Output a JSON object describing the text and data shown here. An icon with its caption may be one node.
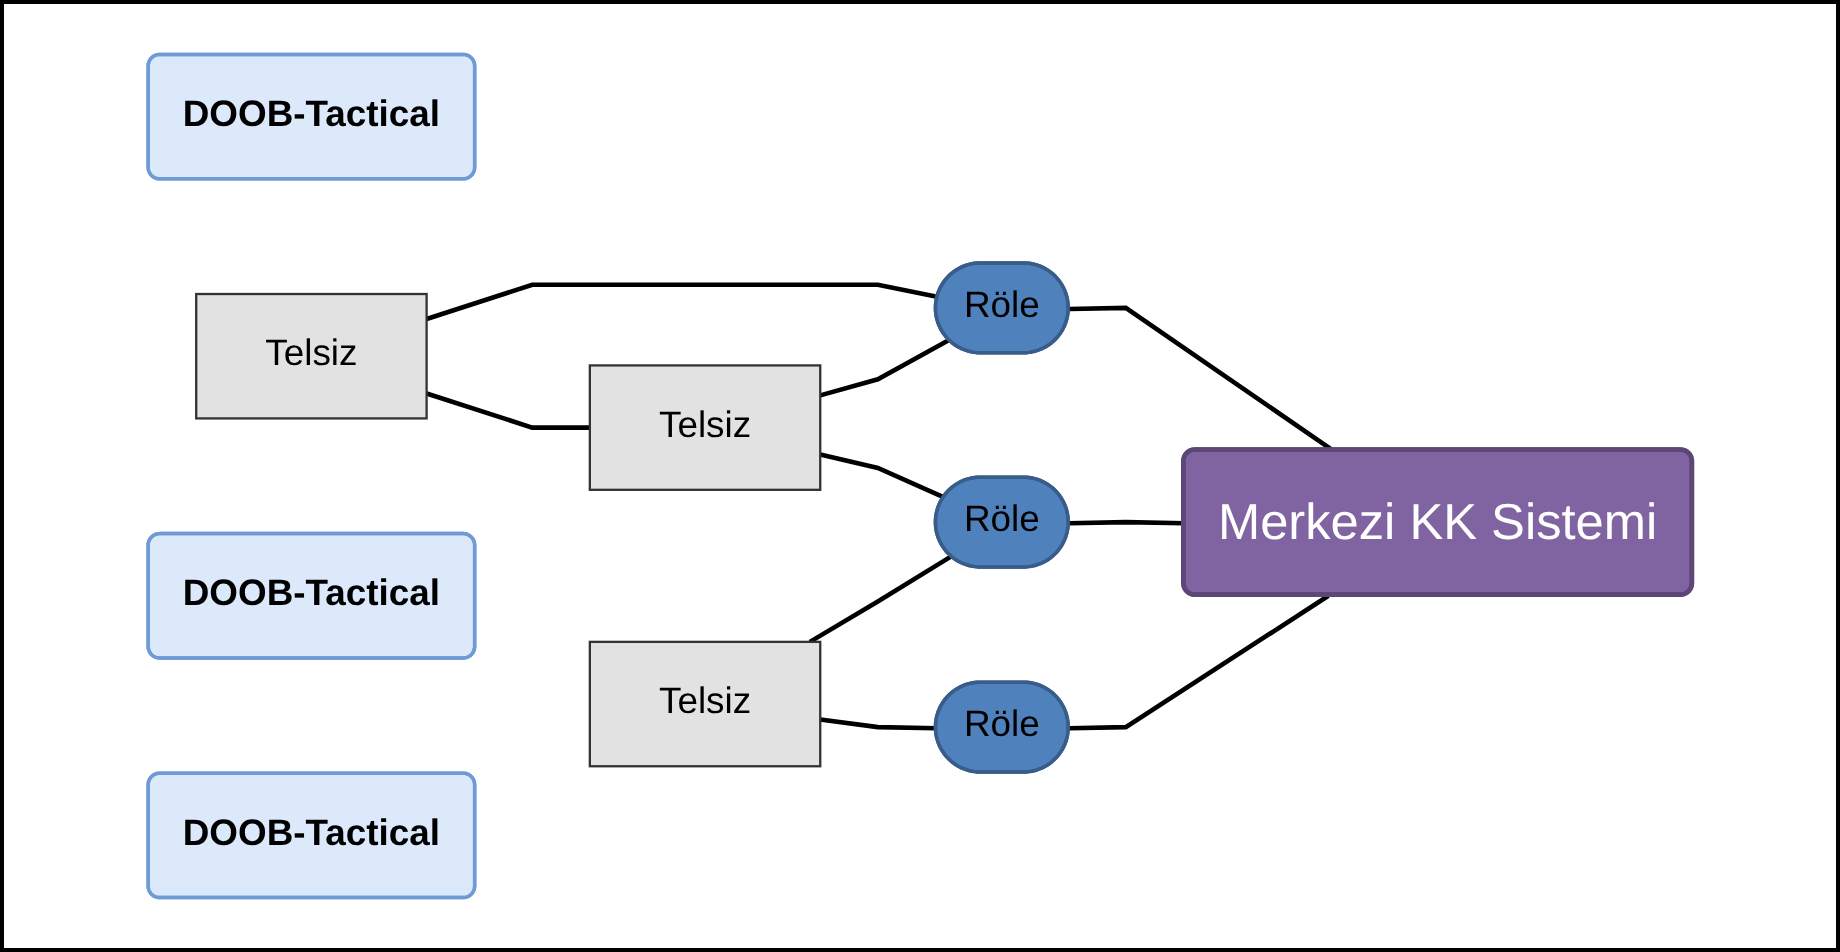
{
  "diagram": {
    "nodes": [
      {
        "text": [
          "DOOB-Tactical"
        ]
      },
      {
        "text": [
          "Telsiz"
        ]
      },
      {
        "text": [
          "DOOB-Tactical"
        ]
      },
      {
        "text": [
          "Telsiz"
        ]
      },
      {
        "text": [
          "DOOB-Tactical"
        ]
      },
      {
        "text": [
          "Telsiz"
        ]
      },
      {
        "text": [
          "Röle"
        ]
      },
      {
        "text": [
          "Röle"
        ]
      },
      {
        "text": [
          "Röle"
        ]
      },
      {
        "text": [
          "Merkezi KK Sistemi"
        ]
      }
    ],
    "edges": [
      {
        "from": 1,
        "to": 6,
        "arrow": "none"
      },
      {
        "from": 1,
        "to": 3,
        "arrow": "none"
      },
      {
        "from": 3,
        "to": 6,
        "arrow": "none"
      },
      {
        "from": 3,
        "to": 7,
        "arrow": "none"
      },
      {
        "from": 5,
        "to": 7,
        "arrow": "none"
      },
      {
        "from": 5,
        "to": 8,
        "arrow": "none"
      },
      {
        "from": 6,
        "to": 9,
        "arrow": "none"
      },
      {
        "from": 7,
        "to": 9,
        "arrow": "none"
      },
      {
        "from": 8,
        "to": 9,
        "arrow": "none"
      }
    ]
  }
}
